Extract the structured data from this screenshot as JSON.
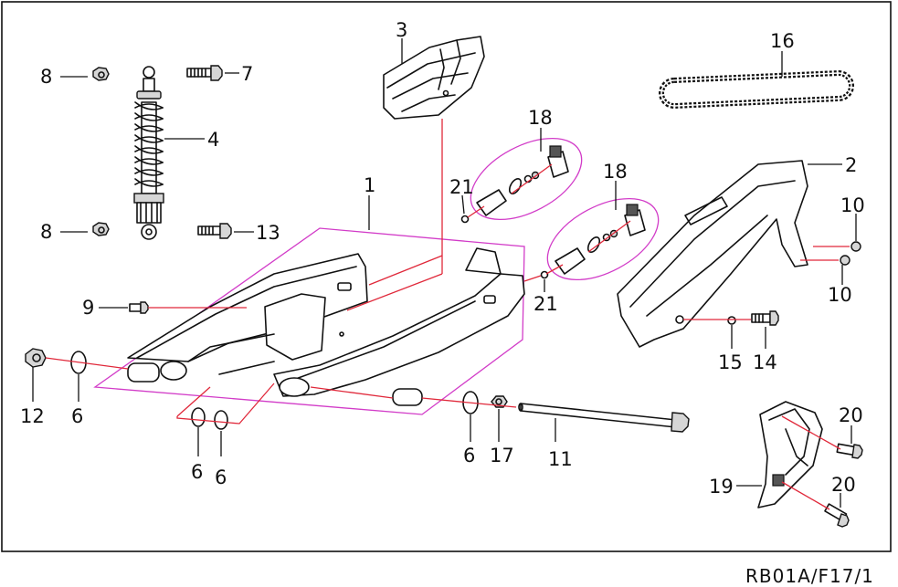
{
  "diagram": {
    "drawing_code": "RB01A/F17/1",
    "callouts": {
      "c1": "1",
      "c2": "2",
      "c3": "3",
      "c4": "4",
      "c6a": "6",
      "c6b": "6",
      "c6c": "6",
      "c6d": "6",
      "c7": "7",
      "c8a": "8",
      "c8b": "8",
      "c9": "9",
      "c10a": "10",
      "c10b": "10",
      "c11": "11",
      "c12": "12",
      "c13": "13",
      "c14": "14",
      "c15": "15",
      "c16": "16",
      "c17": "17",
      "c18a": "18",
      "c18b": "18",
      "c19": "19",
      "c20a": "20",
      "c20b": "20",
      "c21a": "21",
      "c21b": "21"
    },
    "colors": {
      "ink": "#111111",
      "reference_line": "#e0283a",
      "group_outline": "#d23cc8",
      "frame": "#111111"
    }
  }
}
